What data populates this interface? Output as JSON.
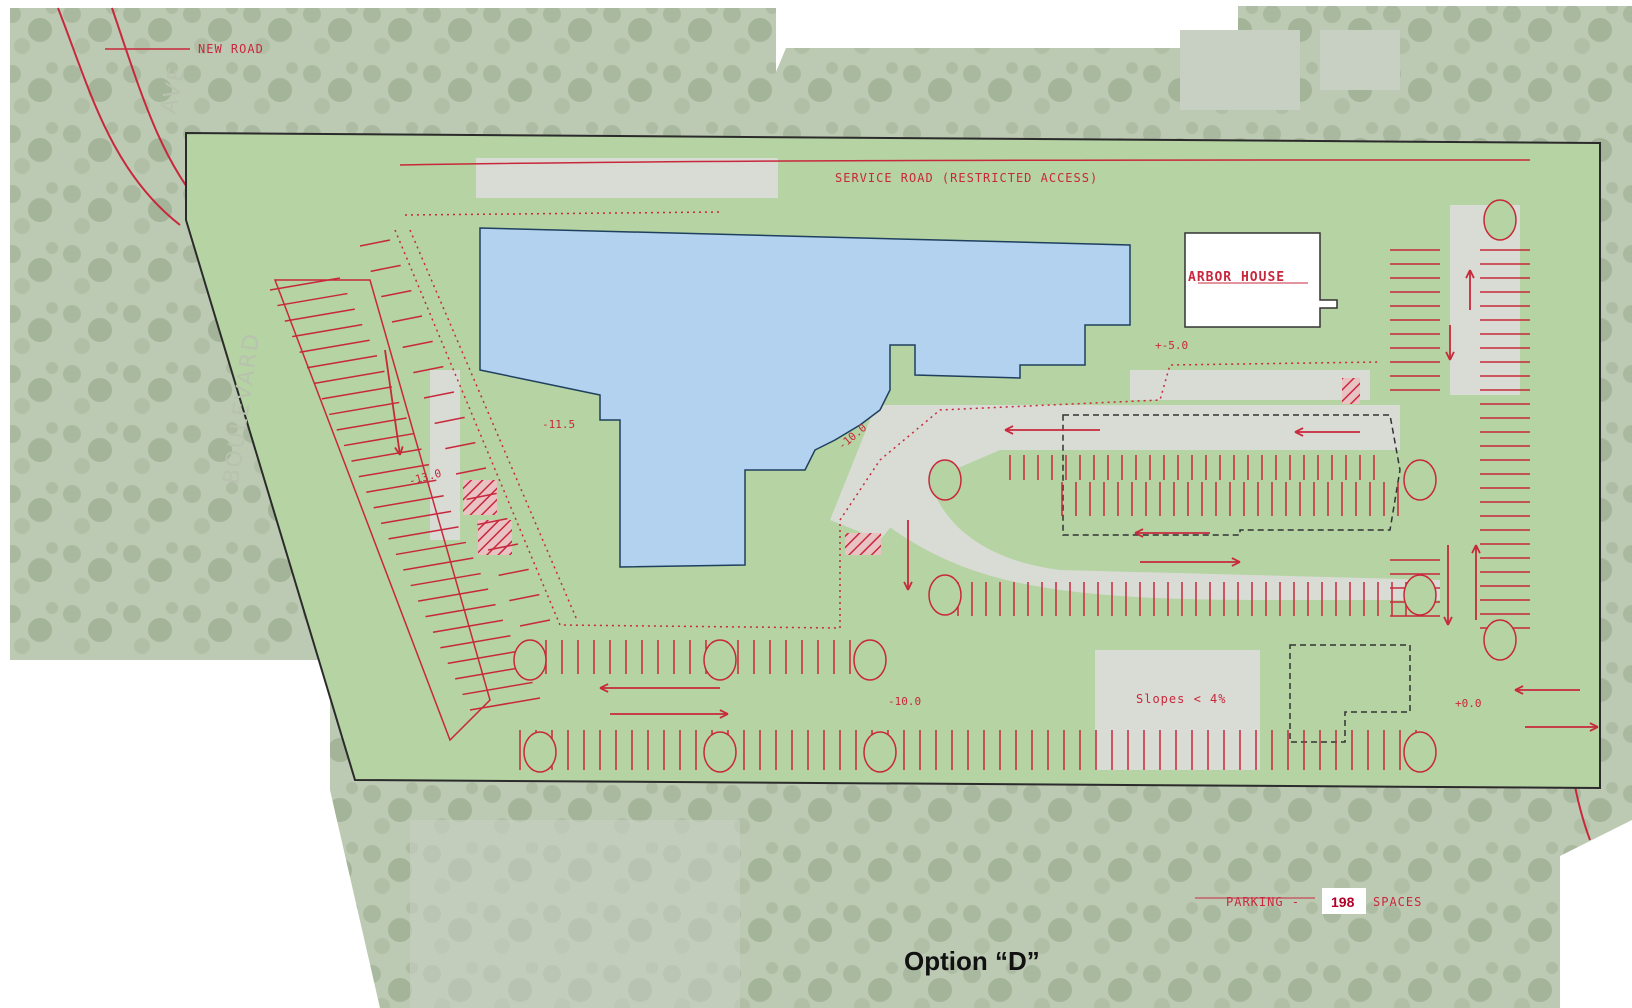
{
  "labels": {
    "new_road": "NEW ROAD",
    "ave": "AVE",
    "boulevard": "BOULEVARD",
    "service_road": "SERVICE ROAD (RESTRICTED ACCESS)",
    "arbor_house": "ARBOR HOUSE",
    "slopes": "Slopes < 4%",
    "parking_prefix": "PARKING -",
    "parking_count": "198",
    "parking_suffix": "SPACES",
    "title": "Option “D”"
  },
  "elevations": {
    "e_11_5": "-11.5",
    "e_10_0_top": "-10.0",
    "e_10_0_bottom": "-10.0",
    "e_13_0": "-13.0",
    "e_5_0": "+-5.0",
    "e_0_0": "+0.0"
  },
  "colors": {
    "aerial": "#b9c8b0",
    "site": "#b5d3a3",
    "building": "#b2d2ef",
    "ink": "#c8283c",
    "paving": "#d9dcd4"
  }
}
